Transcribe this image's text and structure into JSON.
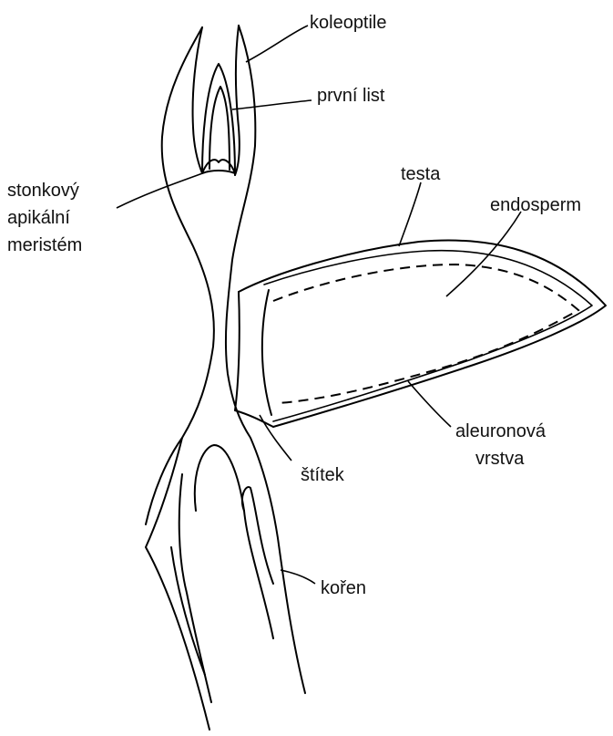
{
  "labels": {
    "koleoptile": "koleoptile",
    "prvni_list": "první  list",
    "stonkovy_line1": "stonkový",
    "stonkovy_line2": "apikální",
    "stonkovy_line3": "meristém",
    "testa": "testa",
    "endosperm": "endosperm",
    "aleuronova_line1": "aleuronová",
    "aleuronova_line2": "vrstva",
    "stitek": "štítek",
    "koren": "kořen"
  }
}
